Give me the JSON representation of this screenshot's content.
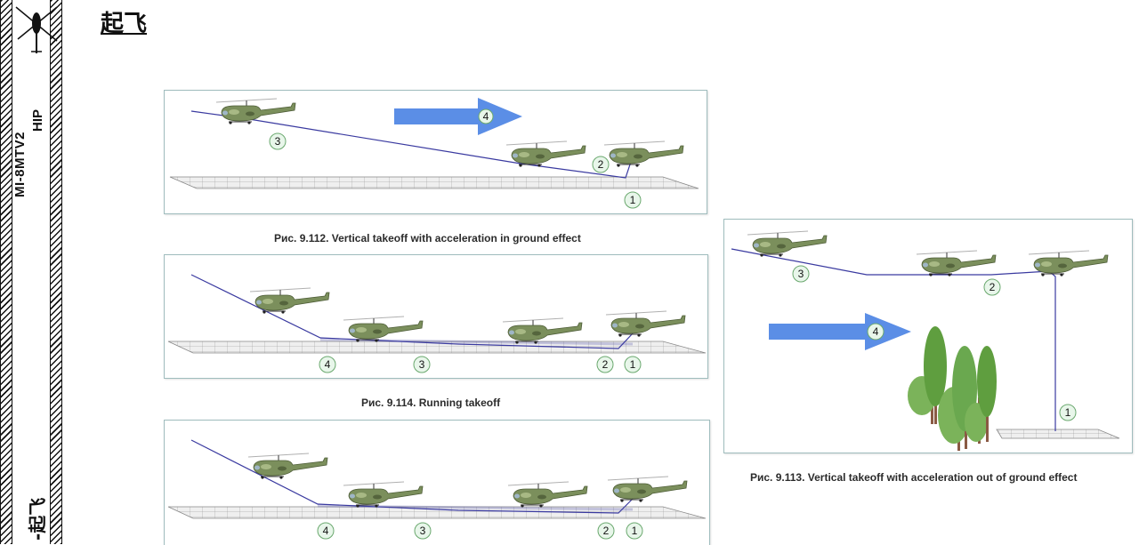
{
  "sidebar": {
    "model": "MI-8MTV2",
    "nickname": "HIP",
    "chapter": "-起飞"
  },
  "page": {
    "title": "起飞"
  },
  "figures": [
    {
      "caption": "Рис. 9.112. Vertical takeoff with acceleration in ground effect",
      "markers": [
        "1",
        "2",
        "3",
        "4"
      ]
    },
    {
      "caption": "Рис. 9.114. Running takeoff",
      "markers": [
        "1",
        "2",
        "3",
        "4"
      ]
    },
    {
      "caption": "",
      "markers": [
        "1",
        "2",
        "3",
        "4"
      ]
    },
    {
      "caption": "Рис. 9.113. Vertical takeoff with acceleration out of ground effect",
      "markers": [
        "1",
        "2",
        "3",
        "4"
      ]
    }
  ],
  "colors": {
    "path": "#3a3aa0",
    "arrow": "#5b8ee6",
    "panel_border": "#9fbcbd",
    "marker_fill": "#e8f6ea",
    "marker_stroke": "#6aa86e",
    "tree": "#6aa84f"
  }
}
